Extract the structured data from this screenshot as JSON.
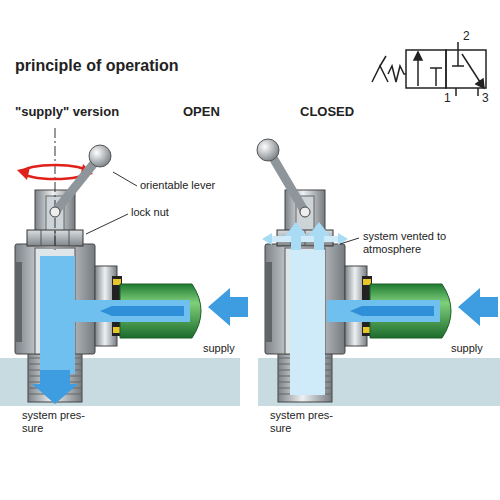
{
  "diagram": {
    "title": "principle of operation",
    "labels": [
      "\"supply\" version",
      "OPEN",
      "CLOSED",
      "orientable lever",
      "lock nut",
      "system vented to atmosphere",
      "supply",
      "supply",
      "system pres- sure",
      "system pres- sure",
      "2",
      "1",
      "3"
    ]
  }
}
